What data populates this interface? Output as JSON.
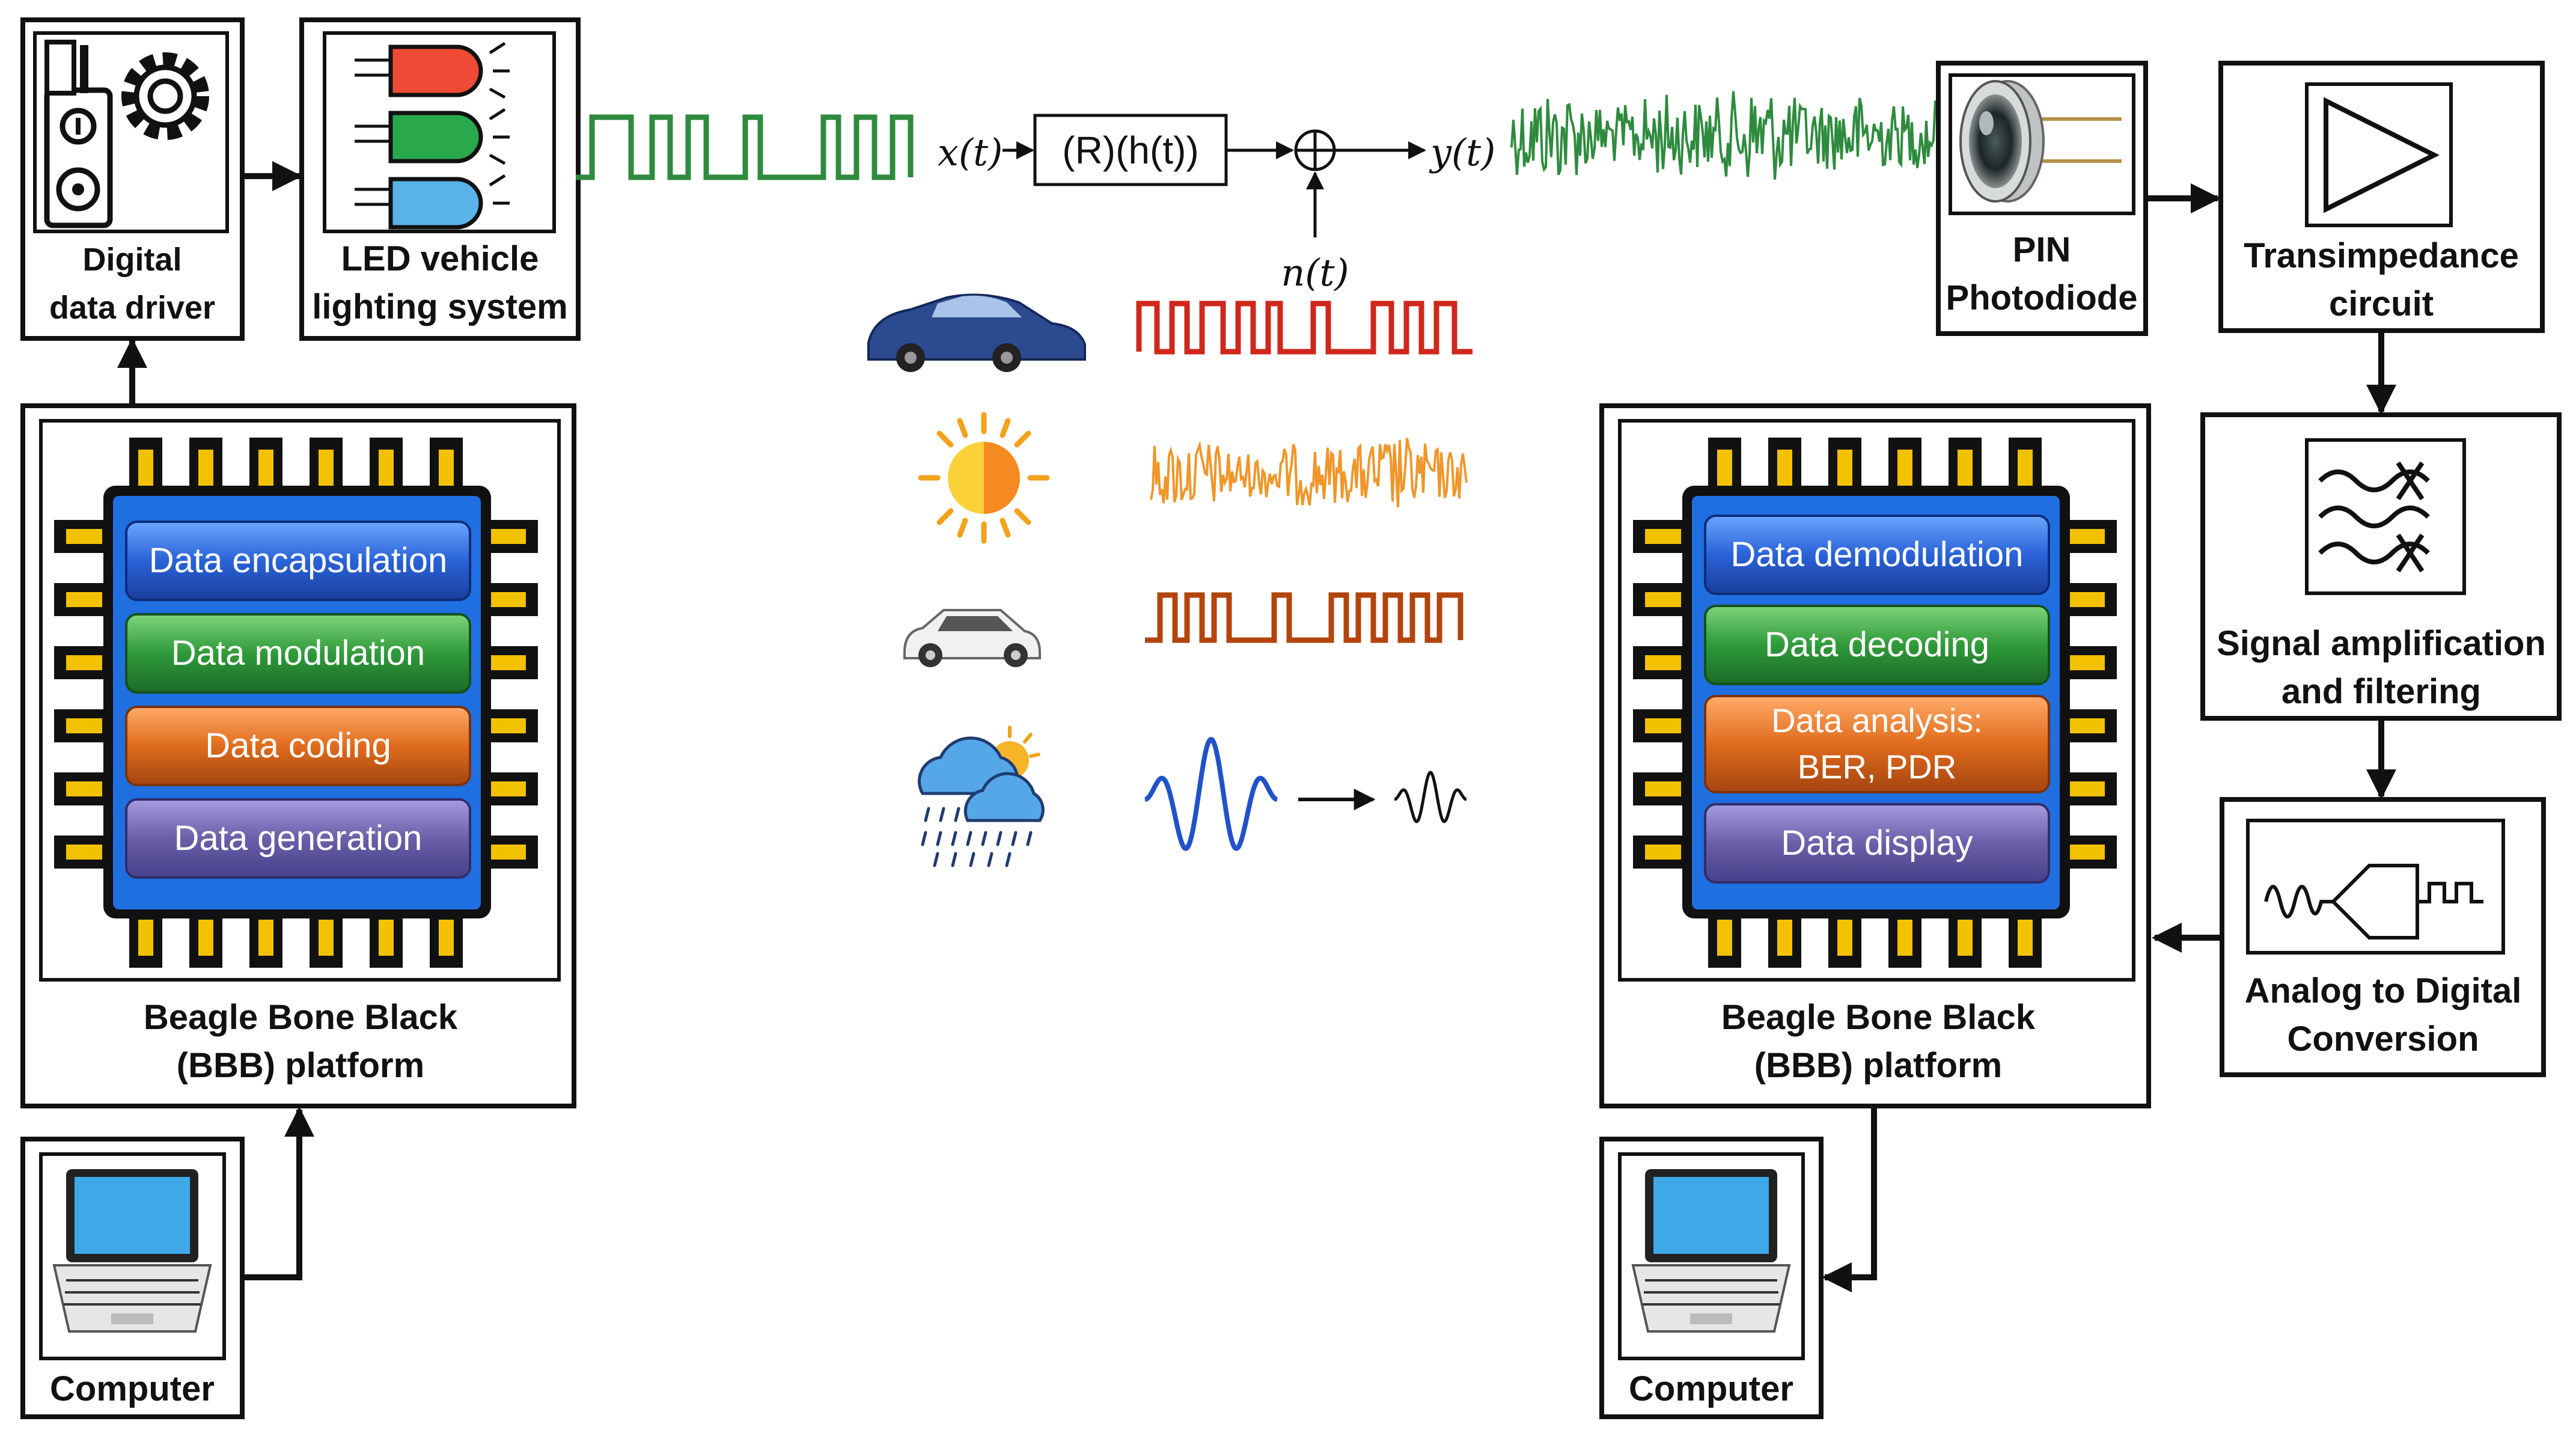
{
  "tx": {
    "driver": {
      "line1": "Digital",
      "line2": "data driver"
    },
    "led": {
      "line1": "LED vehicle",
      "line2": "lighting system"
    },
    "bbb": {
      "line1": "Beagle Bone Black",
      "line2": "(BBB) platform",
      "layers": [
        "Data encapsulation",
        "Data modulation",
        "Data coding",
        "Data generation"
      ]
    },
    "computer": "Computer"
  },
  "channel": {
    "input": "x(t)",
    "response": "(R)(h(t))",
    "output": "y(t)",
    "noise": "n(t)"
  },
  "rx": {
    "photodiode": {
      "line1": "PIN",
      "line2": "Photodiode"
    },
    "tia": {
      "line1": "Transimpedance",
      "line2": "circuit"
    },
    "filter": {
      "line1": "Signal amplification",
      "line2": "and filtering"
    },
    "adc": {
      "line1": "Analog to Digital",
      "line2": "Conversion"
    },
    "bbb": {
      "line1": "Beagle Bone Black",
      "line2": "(BBB) platform",
      "layers": [
        "Data demodulation",
        "Data decoding",
        "Data analysis:",
        "BER, PDR",
        "Data display"
      ]
    },
    "computer": "Computer"
  },
  "colors": {
    "green_signal": "#2e8b3e",
    "red_signal": "#d0271d",
    "orange_noise": "#f0962a",
    "brown_signal": "#b3440e",
    "blue_wave": "#2152c9",
    "chip_blue": "#1f6fe0",
    "layer_blue": "#2a62d8",
    "layer_green": "#2f9a3a",
    "layer_orange": "#e06c1c",
    "layer_purple": "#6a5fa8",
    "pin_yellow": "#f2c200"
  },
  "icons": [
    "gear-icon",
    "led-icon",
    "car-icon",
    "sun-icon",
    "weather-icon",
    "photodiode-icon",
    "amplifier-icon",
    "filter-icon",
    "adc-icon",
    "laptop-icon"
  ]
}
